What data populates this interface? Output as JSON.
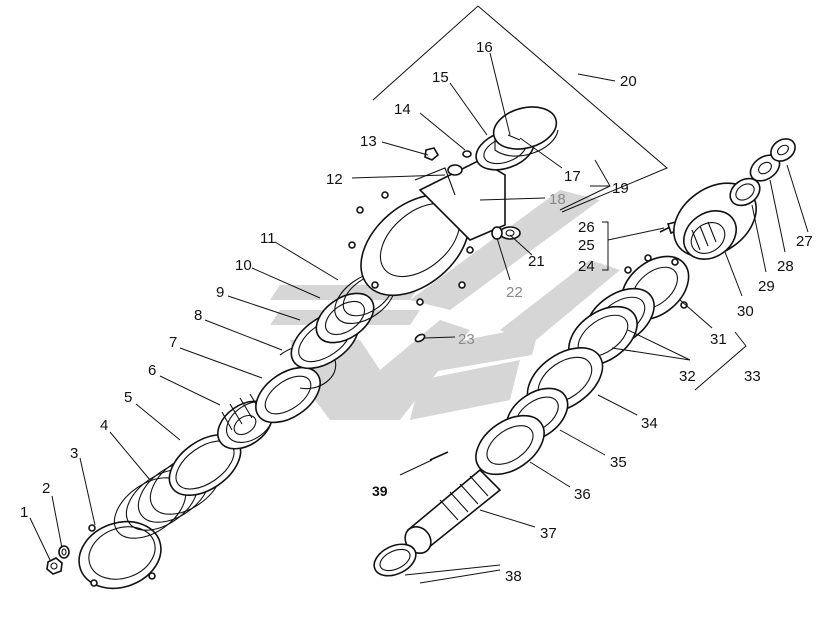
{
  "diagram": {
    "labels": [
      {
        "id": "1",
        "text": "1"
      },
      {
        "id": "2",
        "text": "2"
      },
      {
        "id": "3",
        "text": "3"
      },
      {
        "id": "4",
        "text": "4"
      },
      {
        "id": "5",
        "text": "5"
      },
      {
        "id": "6",
        "text": "6"
      },
      {
        "id": "7",
        "text": "7"
      },
      {
        "id": "8",
        "text": "8"
      },
      {
        "id": "9",
        "text": "9"
      },
      {
        "id": "10",
        "text": "10"
      },
      {
        "id": "11",
        "text": "11"
      },
      {
        "id": "12",
        "text": "12"
      },
      {
        "id": "13",
        "text": "13"
      },
      {
        "id": "14",
        "text": "14"
      },
      {
        "id": "15",
        "text": "15"
      },
      {
        "id": "16",
        "text": "16"
      },
      {
        "id": "17",
        "text": "17"
      },
      {
        "id": "18",
        "text": "18"
      },
      {
        "id": "19",
        "text": "19"
      },
      {
        "id": "20",
        "text": "20"
      },
      {
        "id": "21",
        "text": "21"
      },
      {
        "id": "22",
        "text": "22"
      },
      {
        "id": "23",
        "text": "23"
      },
      {
        "id": "24",
        "text": "24"
      },
      {
        "id": "25",
        "text": "25"
      },
      {
        "id": "26",
        "text": "26"
      },
      {
        "id": "27",
        "text": "27"
      },
      {
        "id": "28",
        "text": "28"
      },
      {
        "id": "29",
        "text": "29"
      },
      {
        "id": "30",
        "text": "30"
      },
      {
        "id": "31",
        "text": "31"
      },
      {
        "id": "32",
        "text": "32"
      },
      {
        "id": "33",
        "text": "33"
      },
      {
        "id": "34",
        "text": "34"
      },
      {
        "id": "35",
        "text": "35"
      },
      {
        "id": "36",
        "text": "36"
      },
      {
        "id": "37",
        "text": "37"
      },
      {
        "id": "38",
        "text": "38"
      },
      {
        "id": "39",
        "text": "39"
      }
    ]
  }
}
